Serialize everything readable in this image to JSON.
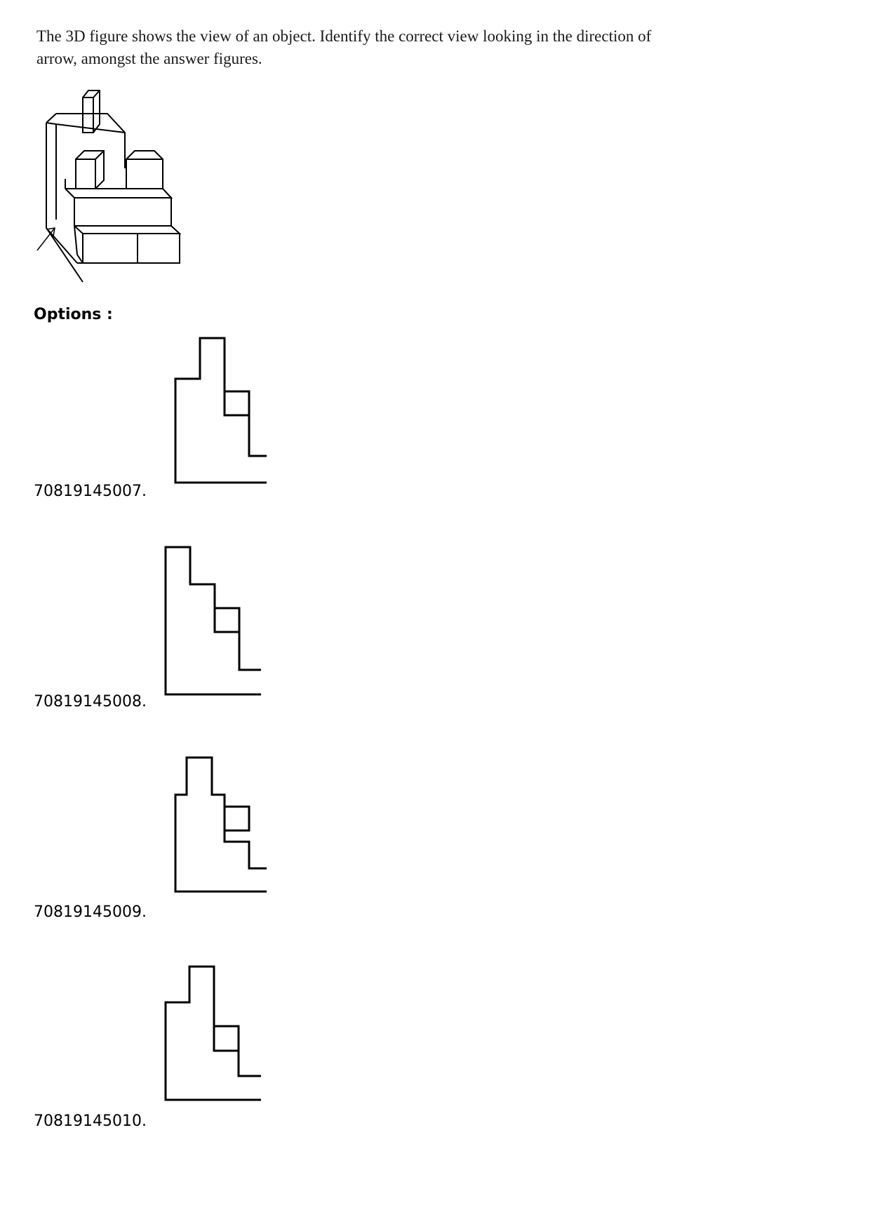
{
  "question": {
    "text": "The 3D figure shows the view of an object.  Identify the correct view looking in the direction of arrow, amongst the answer figures."
  },
  "options_heading": "Options :",
  "options": [
    {
      "label": "70819145007."
    },
    {
      "label": "70819145008."
    },
    {
      "label": "70819145009."
    },
    {
      "label": "70819145010."
    }
  ]
}
